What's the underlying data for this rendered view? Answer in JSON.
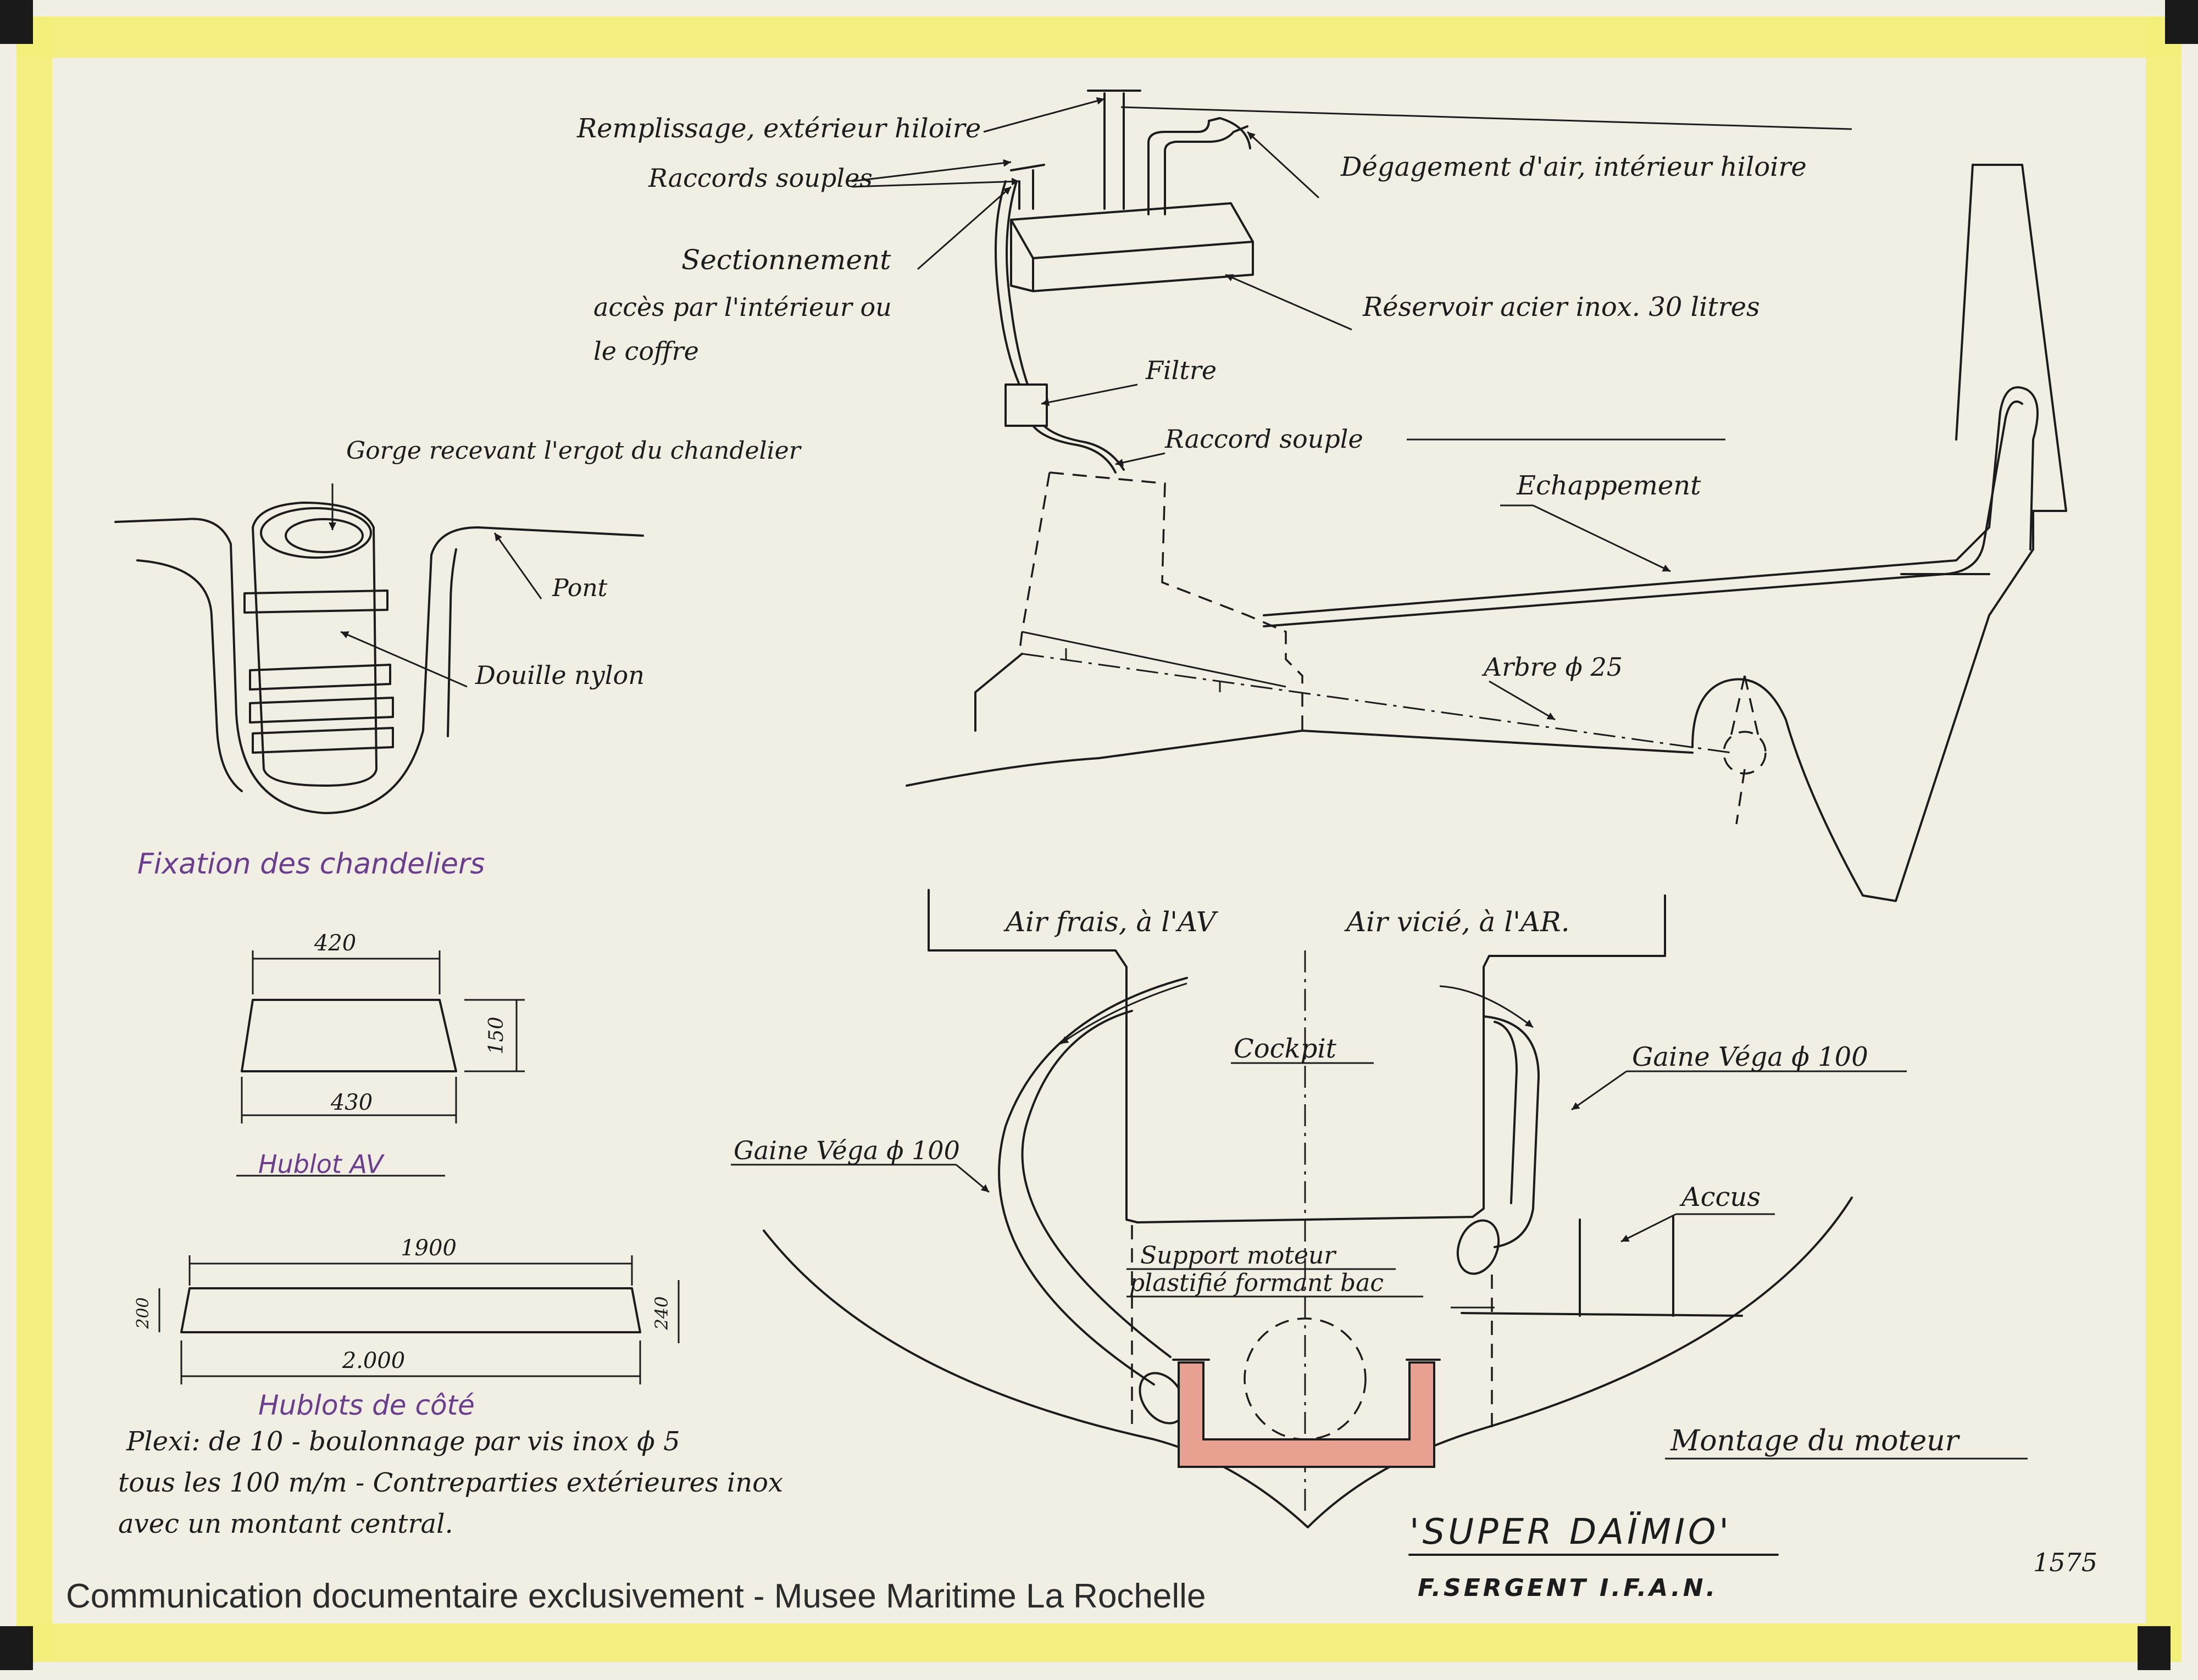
{
  "labels": {
    "remplissage": "Remplissage, extérieur hiloire",
    "raccords_souples": "Raccords souples",
    "degagement": "Dégagement d'air, intérieur hiloire",
    "sectionnement": "Sectionnement",
    "sectionnement_note_1": "accès par l'intérieur ou",
    "sectionnement_note_2": "le coffre",
    "reservoir": "Réservoir acier inox. 30 litres",
    "filtre": "Filtre",
    "raccord_souple": "Raccord souple",
    "gorge": "Gorge recevant l'ergot du chandelier",
    "pont": "Pont",
    "douille": "Douille nylon",
    "echappement": "Echappement",
    "arbre": "Arbre ϕ 25",
    "fixation_title": "Fixation des chandeliers",
    "air_frais": "Air frais, à l'AV",
    "air_vicie": "Air vicié, à l'AR.",
    "cockpit": "Cockpit",
    "gaine_right": "Gaine Véga ϕ 100",
    "gaine_left": "Gaine Véga ϕ 100",
    "accus": "Accus",
    "support_1": "Support moteur",
    "support_2": "plastifié formant bac",
    "montage": "Montage du moteur",
    "hublot_av_title": "Hublot AV",
    "hublots_cote_title": "Hublots de côté",
    "plexi_note_1": "Plexi: de 10 - boulonnage par vis inox ϕ 5",
    "plexi_note_2": "tous les 100 m/m - Contreparties extérieures inox",
    "plexi_note_3": "avec un montant central.",
    "boat_name": "'SUPER DAÏMIO'",
    "designer": "F.SERGENT I.F.A.N.",
    "sheet_number": "1575"
  },
  "dimensions": {
    "hublot_av_top": "420",
    "hublot_av_bottom": "430",
    "hublot_av_height": "150",
    "hublot_cote_top": "1900",
    "hublot_cote_bottom": "2.000",
    "hublot_cote_left": "200",
    "hublot_cote_right": "240"
  },
  "watermark": "Communication documentaire exclusivement - Musee Maritime La Rochelle",
  "colors": {
    "paper": "#f1efe4",
    "tape": "#f3ee7a",
    "ink": "#1c1c1c",
    "purple_ink": "#6a3d8f",
    "support_fill": "#e8a090"
  }
}
